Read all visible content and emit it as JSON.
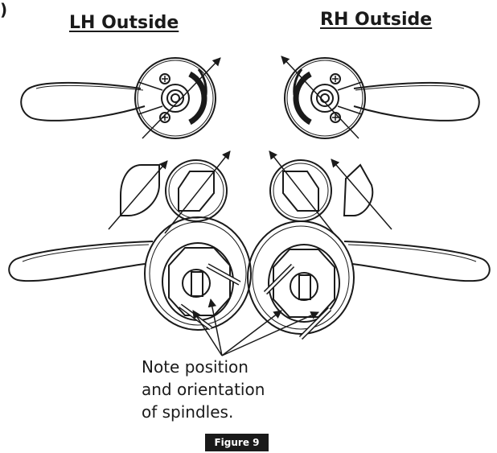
{
  "headings": {
    "lh": "LH Outside",
    "rh": "RH Outside"
  },
  "note_lines": [
    "Note position",
    "and orientation",
    "of spindles."
  ],
  "figure_label": "Figure 9",
  "corner_mark": ")",
  "colors": {
    "ink": "#1a1a1a",
    "paper": "#ffffff"
  }
}
